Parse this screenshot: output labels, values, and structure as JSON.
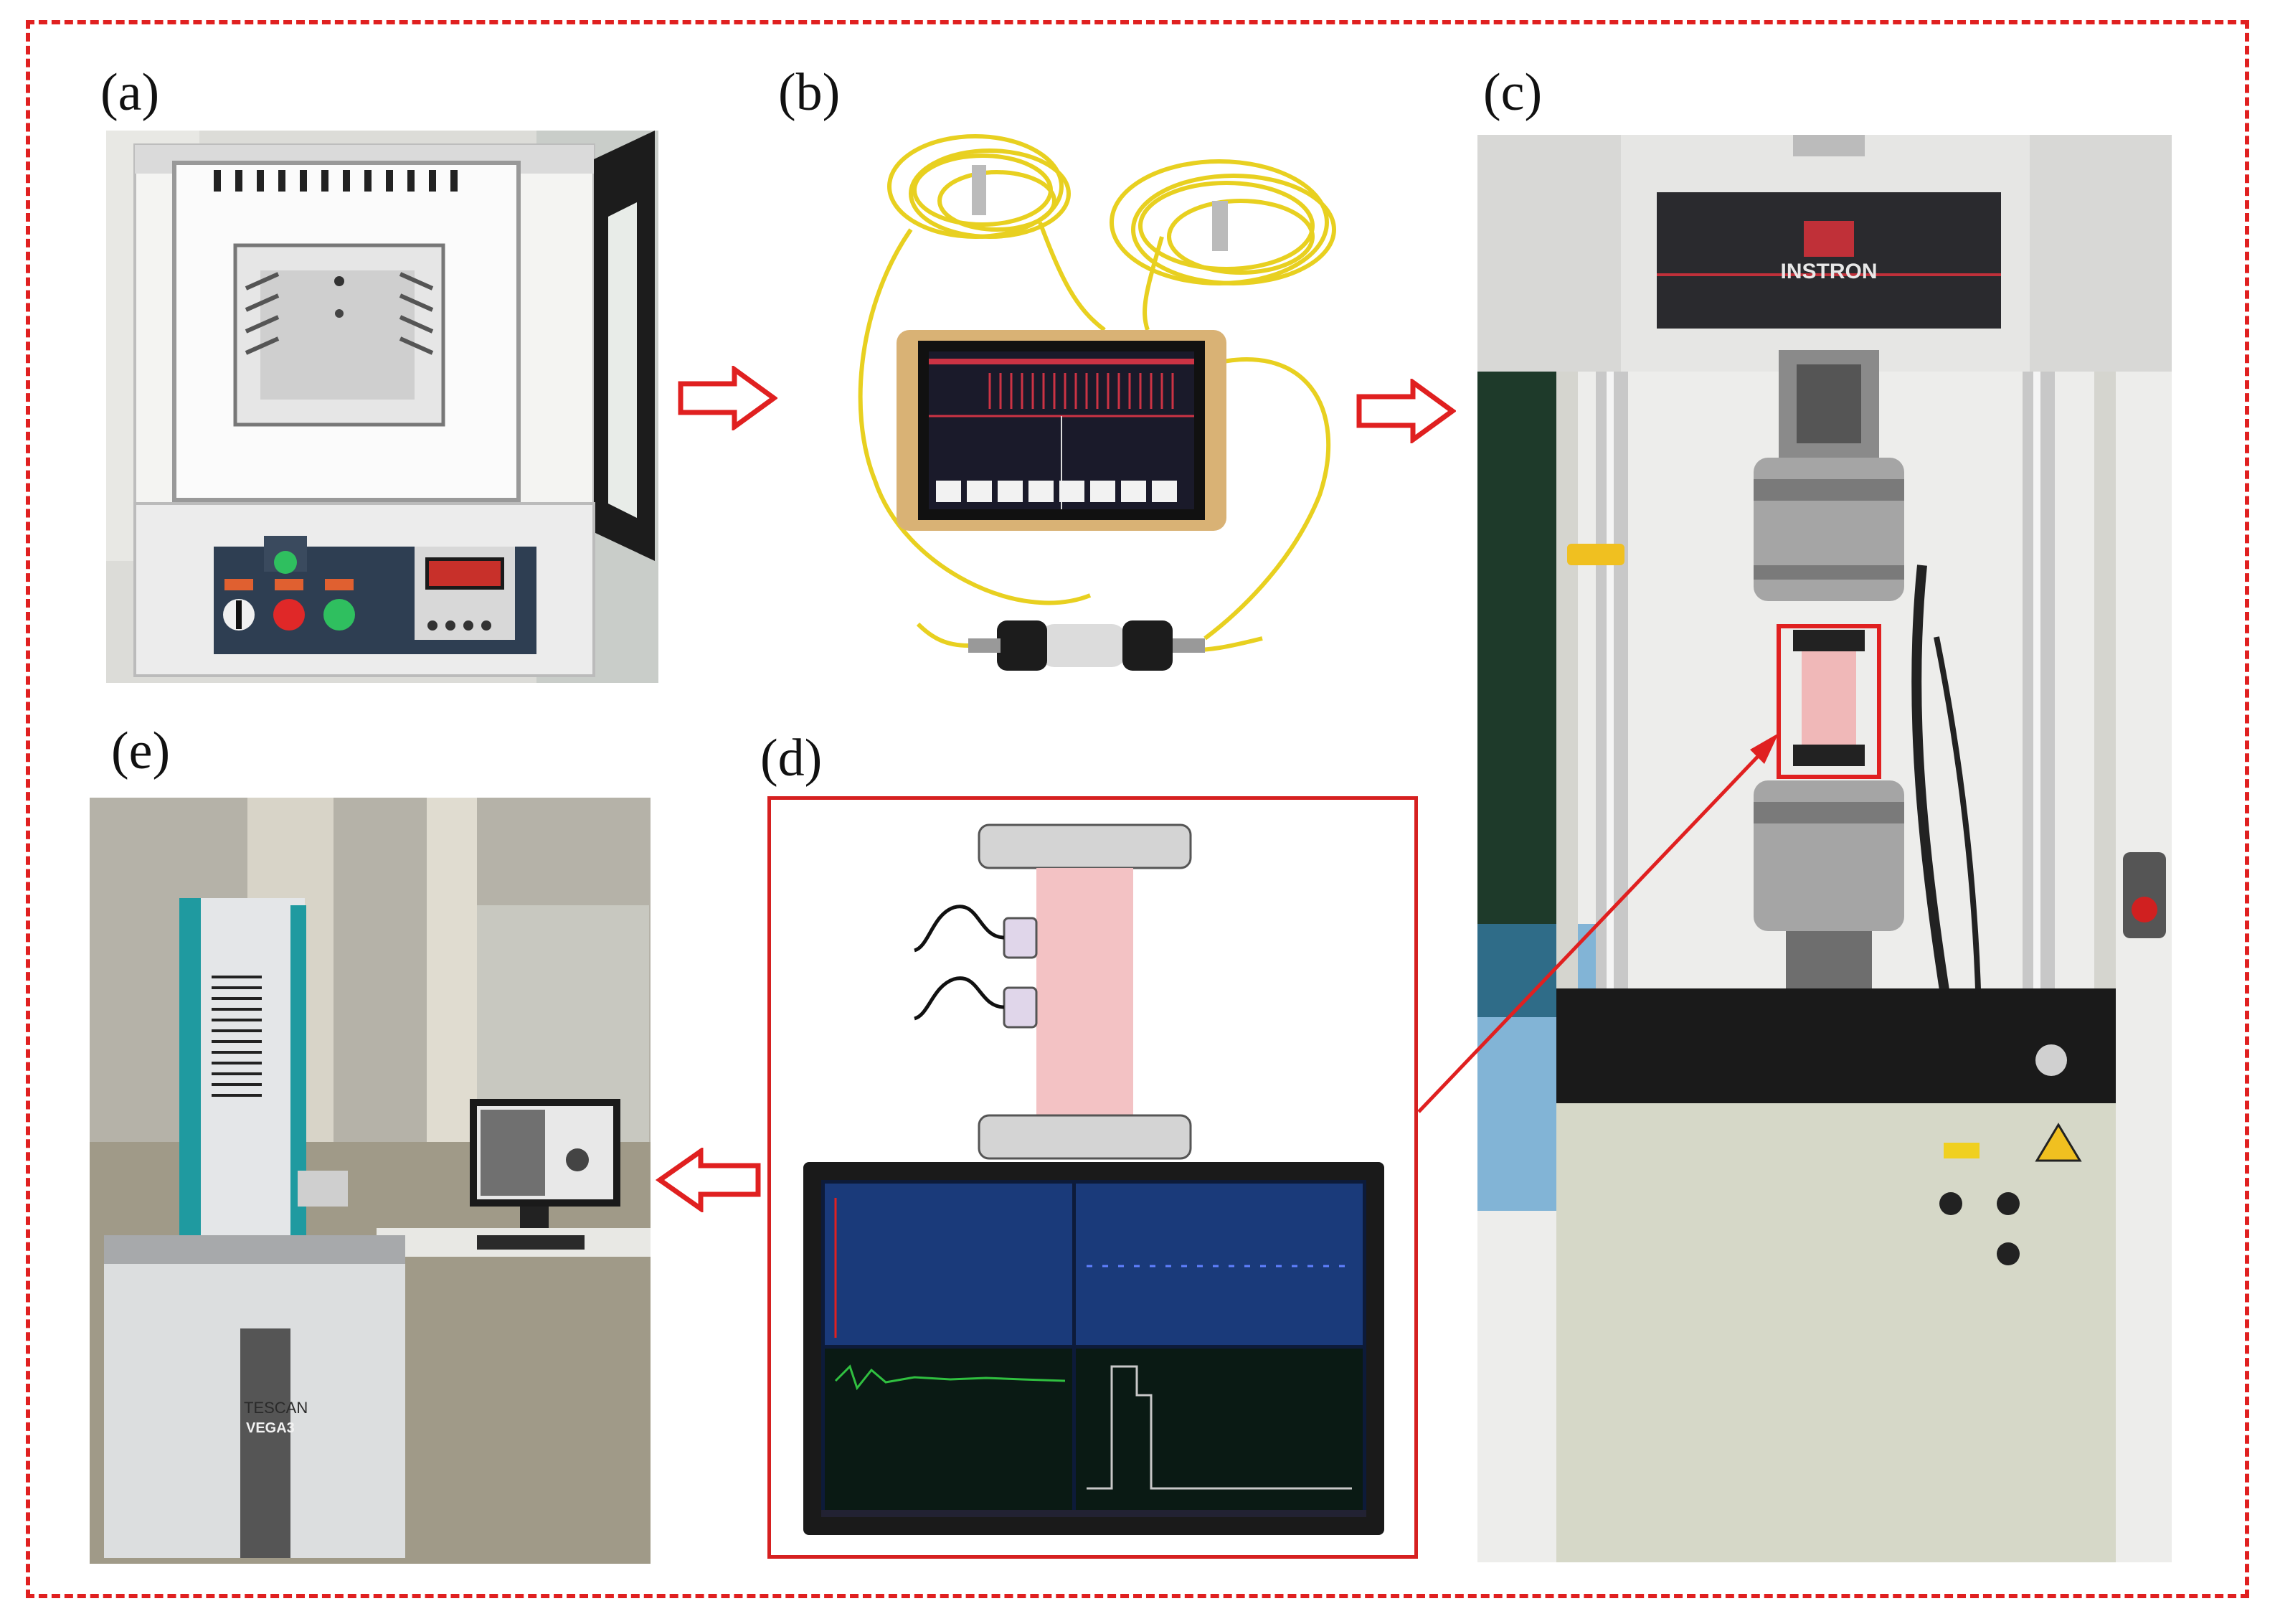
{
  "figure": {
    "panels": [
      {
        "id": "a",
        "label": "(a)"
      },
      {
        "id": "b",
        "label": "(b)"
      },
      {
        "id": "c",
        "label": "(c)"
      },
      {
        "id": "d",
        "label": "(d)"
      },
      {
        "id": "e",
        "label": "(e)"
      }
    ],
    "brands": {
      "testing_machine": "INSTRON",
      "microscope": "TESCAN",
      "microscope_model": "VEGA3"
    },
    "colors": {
      "frame": "#e02020",
      "arrow": "#e02020",
      "specimen": "#f0b8b8"
    }
  }
}
